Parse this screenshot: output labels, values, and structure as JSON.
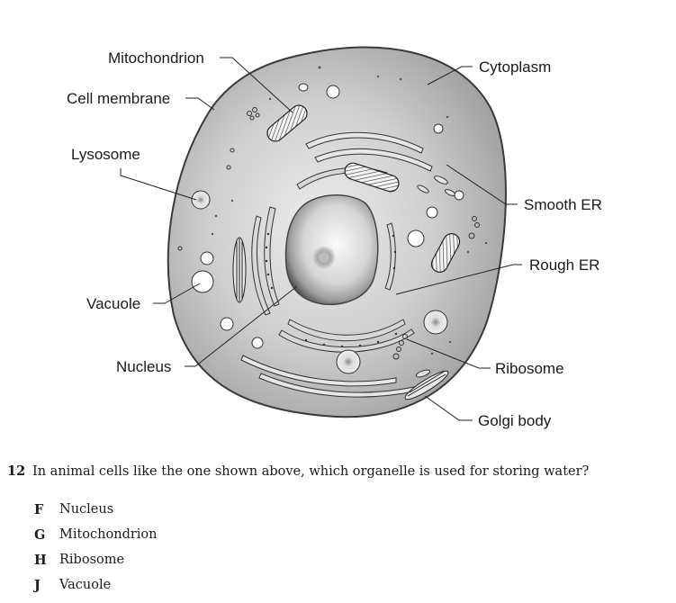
{
  "diagram": {
    "title": "Animal cell",
    "labels": {
      "mitochondrion": "Mitochondrion",
      "cell_membrane": "Cell membrane",
      "lysosome": "Lysosome",
      "vacuole": "Vacuole",
      "nucleus": "Nucleus",
      "cytoplasm": "Cytoplasm",
      "smooth_er": "Smooth ER",
      "rough_er": "Rough ER",
      "ribosome": "Ribosome",
      "golgi_body": "Golgi body"
    },
    "colors": {
      "cytoplasm_light": "#e4e4e4",
      "cytoplasm_dark": "#9a9a9a",
      "membrane": "#3a3a3a",
      "nucleus_light": "#f2f2f2",
      "nucleus_dark": "#7a7a7a"
    }
  },
  "question": {
    "number": "12",
    "text": "In animal cells like the one shown above, which organelle is used for storing water?",
    "choices": [
      {
        "letter": "F",
        "text": "Nucleus"
      },
      {
        "letter": "G",
        "text": "Mitochondrion"
      },
      {
        "letter": "H",
        "text": "Ribosome"
      },
      {
        "letter": "J",
        "text": "Vacuole"
      }
    ]
  }
}
